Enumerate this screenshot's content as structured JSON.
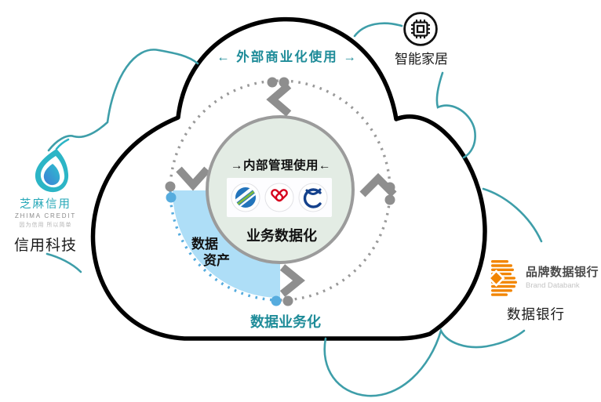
{
  "diagram": {
    "cloud_top_label": "← 外部商业化使用 →",
    "cloud_bottom_label": "数据业务化",
    "inner_circle": {
      "label": "→内部管理使用←",
      "caption": "业务数据化",
      "operator_icons": [
        "china-mobile-icon",
        "china-unicom-icon",
        "china-telecom-icon"
      ]
    },
    "data_asset_wedge": {
      "line1": "数据",
      "line2": "资产"
    },
    "rotation_hint": "counter-clockwise chevrons on dotted ring"
  },
  "smart_home": {
    "label": "智能家居",
    "icon": "chip-icon"
  },
  "zhima": {
    "brand": "芝麻信用",
    "brand_en": "ZHIMA CREDIT",
    "tagline": "因为信用 所以简单",
    "sector_label": "信用科技",
    "icon": "water-drop-icon"
  },
  "databank": {
    "brand": "品牌数据银行",
    "brand_en": "Brand Databank",
    "sector_label": "数据银行",
    "icon": "striped-b-diamond-icon"
  },
  "colors": {
    "teal_text": "#1F8C99",
    "teal_curve": "#3E9EA9",
    "cloud_stroke": "#000000",
    "gray_ring": "#999999",
    "gray_chevron": "#8E8E8E",
    "wedge_blue": "#AEDEF7",
    "blue_dot": "#56ACDE",
    "inner_circle_fill": "#E3ECE4",
    "inner_circle_stroke": "#9B9B9B",
    "databank_orange": "#F28500",
    "unicom_red": "#D6001C",
    "mobile_blue": "#2374BB",
    "mobile_green": "#7CB83F",
    "telecom_blue": "#14418C",
    "zhima_teal": "#2CB5C6",
    "zhima_blue": "#3F7ED6"
  }
}
